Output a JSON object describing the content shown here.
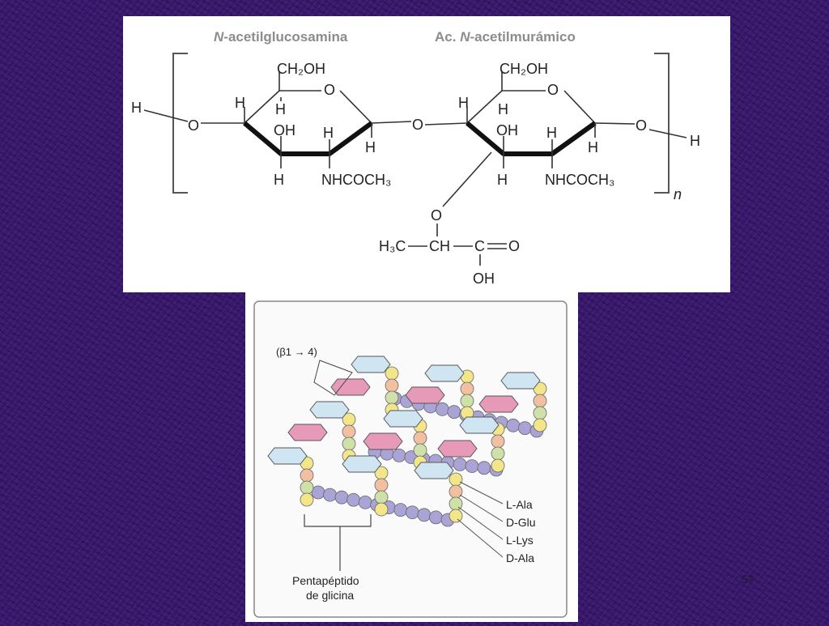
{
  "top_structure": {
    "header_left": {
      "prefix": "N",
      "rest": "-acetilglucosamina"
    },
    "header_right": {
      "before": "Ac. ",
      "italic": "N",
      "rest": "-acetilmurámico"
    },
    "terminal_h": "H",
    "bridge_oxygen": "O",
    "repeat_subscript": "n",
    "ring1": {
      "ch2oh": "CH₂OH",
      "ring_o": "O",
      "h_upper_left": "H",
      "h_upper_inner": "H",
      "oh": "OH",
      "h_mid": "H",
      "h_right": "H",
      "h_lower": "H",
      "nhcoch3": "NHCOCH₃"
    },
    "ring2": {
      "ch2oh": "CH₂OH",
      "ring_o": "O",
      "h_upper_left": "H",
      "h_upper_inner": "H",
      "oh": "OH",
      "h_mid": "H",
      "h_right": "H",
      "h_lower": "H",
      "nhcoch3": "NHCOCH₃"
    },
    "lactyl": {
      "o": "O",
      "h3c": "H₃C",
      "ch": "CH",
      "c": "C",
      "o_double": "O",
      "oh": "OH"
    }
  },
  "bottom_structure": {
    "linkage_label": "(β1 → 4)",
    "legend": [
      "L-Ala",
      "D-Glu",
      "L-Lys",
      "D-Ala"
    ],
    "bridge_label_line1": "Pentapéptido",
    "bridge_label_line2": "de glicina",
    "colors": {
      "nag_blue": "#cfe6f2",
      "nam_pink": "#e69ab8",
      "glycine": "#a9a3d6",
      "l_ala": "#f2e58a",
      "d_glu": "#f0c0a0",
      "l_lys": "#cfe0a8",
      "d_ala": "#f2e58a"
    }
  },
  "slide_number": "57"
}
